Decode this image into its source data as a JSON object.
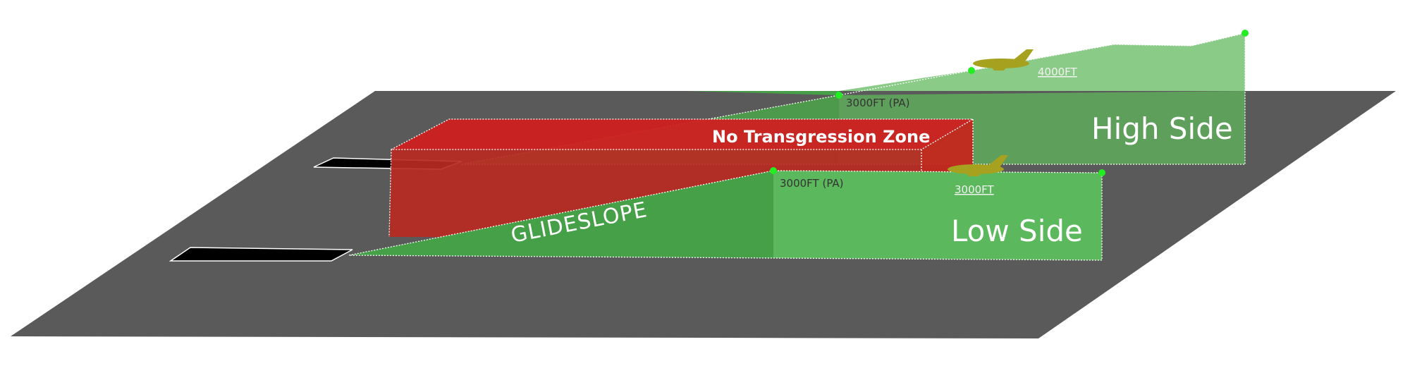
{
  "diagram": {
    "labels": {
      "no_transgression_zone": "No Transgression Zone",
      "glideslope": "GLIDESLOPE",
      "high_side": "High Side",
      "low_side": "Low Side",
      "high_pa": "3000FT (PA)",
      "low_pa": "3000FT (PA)",
      "high_alt": "4000FT",
      "low_alt": "3000FT"
    },
    "colors": {
      "ground": "#5a5a5a",
      "runway": "#000000",
      "nto_zone": "#c81e1e",
      "glideslope_green": "#46a048",
      "high_side_green": "#8bcb88",
      "low_side_green": "#5cb85c",
      "aircraft": "#a6a21f",
      "waypoint": "#22ee22"
    }
  }
}
